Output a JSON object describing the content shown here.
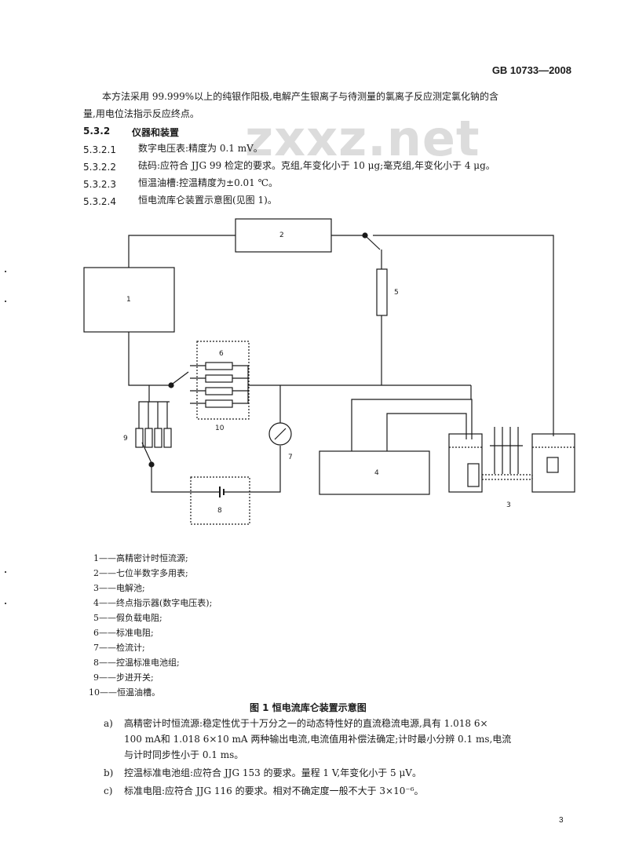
{
  "header": {
    "standard_number": "GB 10733—2008"
  },
  "watermark": "zxxz.net",
  "intro": {
    "line1": "本方法采用 99.999%以上的纯银作阳极,电解产生银离子与待测量的氯离子反应测定氯化钠的含",
    "line2": "量,用电位法指示反应终点。"
  },
  "section": {
    "number": "5.3.2",
    "title": "仪器和装置",
    "items": [
      {
        "number": "5.3.2.1",
        "text": "数字电压表:精度为 0.1 mV。"
      },
      {
        "number": "5.3.2.2",
        "text": "砝码:应符合 JJG 99 检定的要求。克组,年变化小于 10 μg;毫克组,年变化小于 4 μg。"
      },
      {
        "number": "5.3.2.3",
        "text": "恒温油槽:控温精度为±0.01 ℃。"
      },
      {
        "number": "5.3.2.4",
        "text": "恒电流库仑装置示意图(见图 1)。"
      }
    ]
  },
  "diagram": {
    "labels": [
      "1",
      "2",
      "3",
      "4",
      "5",
      "6",
      "7",
      "8",
      "9",
      "10"
    ]
  },
  "legend": [
    "1——高精密计时恒流源;",
    "2——七位半数字多用表;",
    "3——电解池;",
    "4——终点指示器(数字电压表);",
    "5——假负载电阻;",
    "6——标准电阻;",
    "7——检流计;",
    "8——控温标准电池组;",
    "9——步进开关;",
    "10——恒温油槽。"
  ],
  "figure_caption": "图 1   恒电流库仑装置示意图",
  "list": [
    {
      "marker": "a)",
      "lines": [
        "高精密计时恒流源:稳定性优于十万分之一的动态特性好的直流稳流电源,具有 1.018 6×",
        "100 mA和 1.018 6×10 mA 两种输出电流,电流值用补偿法确定;计时最小分辨 0.1 ms,电流",
        "与计时同步性小于 0.1 ms。"
      ]
    },
    {
      "marker": "b)",
      "lines": [
        "控温标准电池组:应符合 JJG 153 的要求。量程 1 V,年变化小于 5 μV。"
      ]
    },
    {
      "marker": "c)",
      "lines": [
        "标准电阻:应符合 JJG 116 的要求。相对不确定度一般不大于 3×10⁻⁶。"
      ]
    }
  ],
  "page_number": "3"
}
